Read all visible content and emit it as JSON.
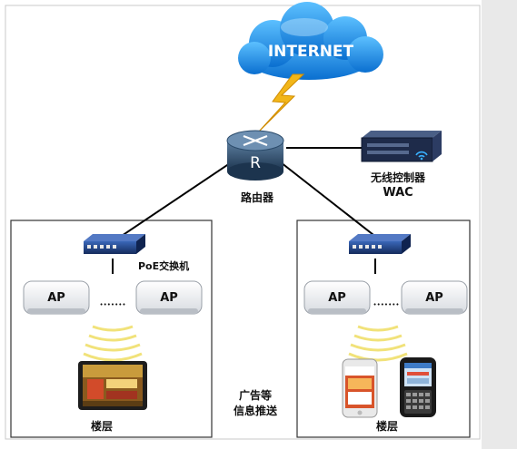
{
  "cloud": {
    "label": "INTERNET"
  },
  "router": {
    "letter": "R",
    "label": "路由器"
  },
  "wac": {
    "label_line1": "无线控制器",
    "label_line2": "WAC"
  },
  "left_building": {
    "switch_label": "PoE交换机",
    "ap1_label": "AP",
    "ap2_label": "AP",
    "dots": "•••••••",
    "floor_label": "楼层"
  },
  "right_building": {
    "ap1_label": "AP",
    "ap2_label": "AP",
    "dots": "•••••••",
    "floor_label": "楼层"
  },
  "push_label_line1": "广告等",
  "push_label_line2": "信息推送",
  "colors": {
    "cloud": "#1e8fe0",
    "bolt": "#f2b619",
    "router": "#2a4a6a",
    "switch": "#1f3d7a",
    "signal": "#f1e27a"
  }
}
